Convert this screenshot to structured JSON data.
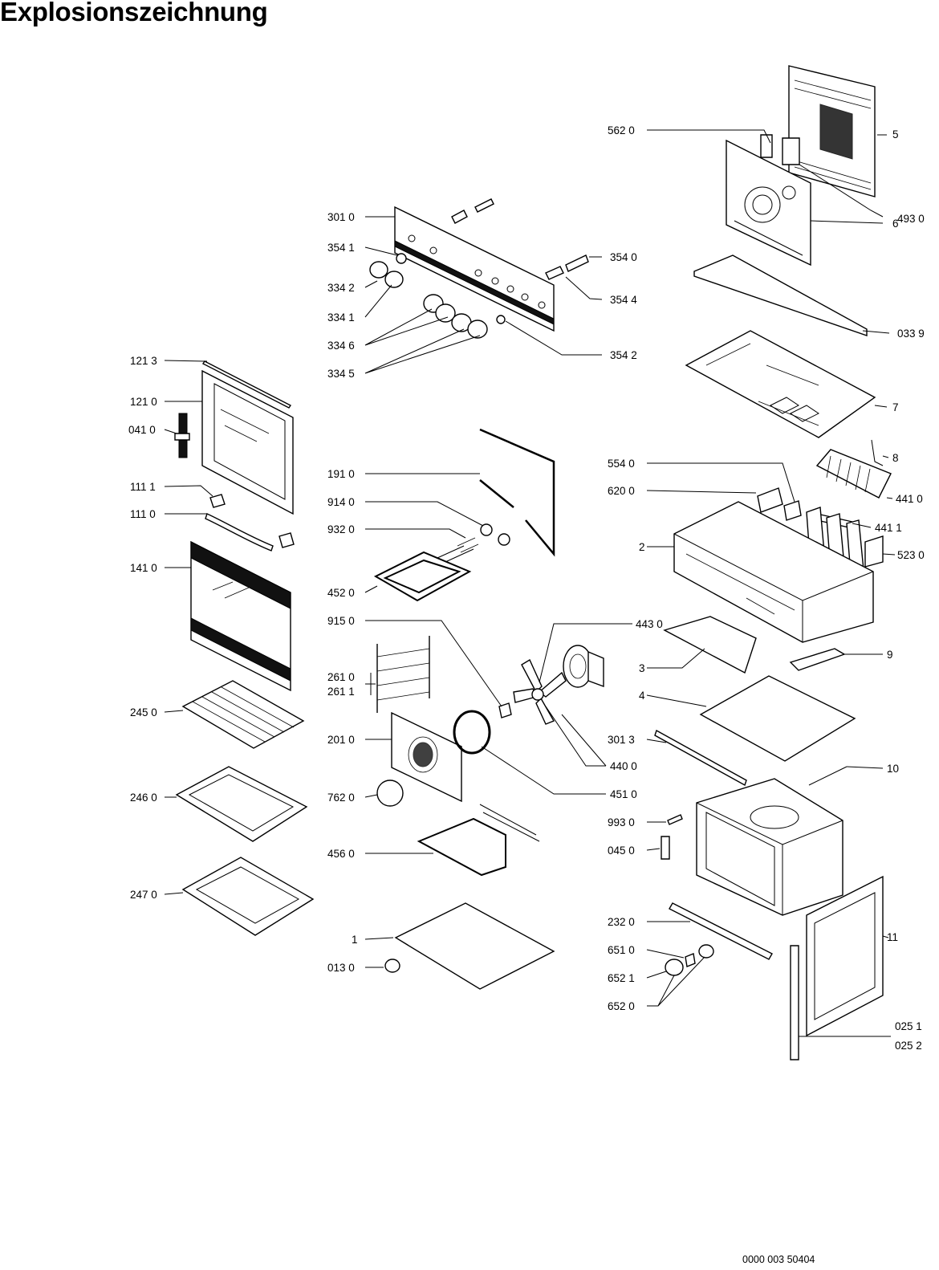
{
  "title": "Explosionszeichnung",
  "document_number": "0000 003 50404",
  "labels": {
    "l5620": "562 0",
    "l5": "5",
    "l4930": "493 0",
    "l6": "6",
    "l3010": "301 0",
    "l3541": "354 1",
    "l3540": "354 0",
    "l3342": "334 2",
    "l3544": "354 4",
    "l3341": "334 1",
    "l3346": "334 6",
    "l3542": "354 2",
    "l3345": "334 5",
    "l0339": "033 9",
    "l1213": "121 3",
    "l1210": "121 0",
    "l7": "7",
    "l0410": "041 0",
    "l1910": "191 0",
    "l8": "8",
    "l5540": "554 0",
    "l1111": "111 1",
    "l6200": "620 0",
    "l4410": "441 0",
    "l9140": "914 0",
    "l1110": "111 0",
    "l4411": "441 1",
    "l9320": "932 0",
    "l2": "2",
    "l5230": "523 0",
    "l1410": "141 0",
    "l4520": "452 0",
    "l9150": "915 0",
    "l4430": "443 0",
    "l3": "3",
    "l9": "9",
    "l2610": "261 0",
    "l2611": "261 1",
    "l4": "4",
    "l2450": "245 0",
    "l2010": "201 0",
    "l3013": "301 3",
    "l4400": "440 0",
    "l10": "10",
    "l2460": "246 0",
    "l7620": "762 0",
    "l4510": "451 0",
    "l9930": "993 0",
    "l4560": "456 0",
    "l0450": "045 0",
    "l2470": "247 0",
    "l2320": "232 0",
    "l11": "11",
    "l1": "1",
    "l6510": "651 0",
    "l0130": "013 0",
    "l6521": "652 1",
    "l6520": "652 0",
    "l0251": "025 1",
    "l0252": "025 2"
  },
  "icons": [
    "oven-exploded-parts-drawing"
  ]
}
